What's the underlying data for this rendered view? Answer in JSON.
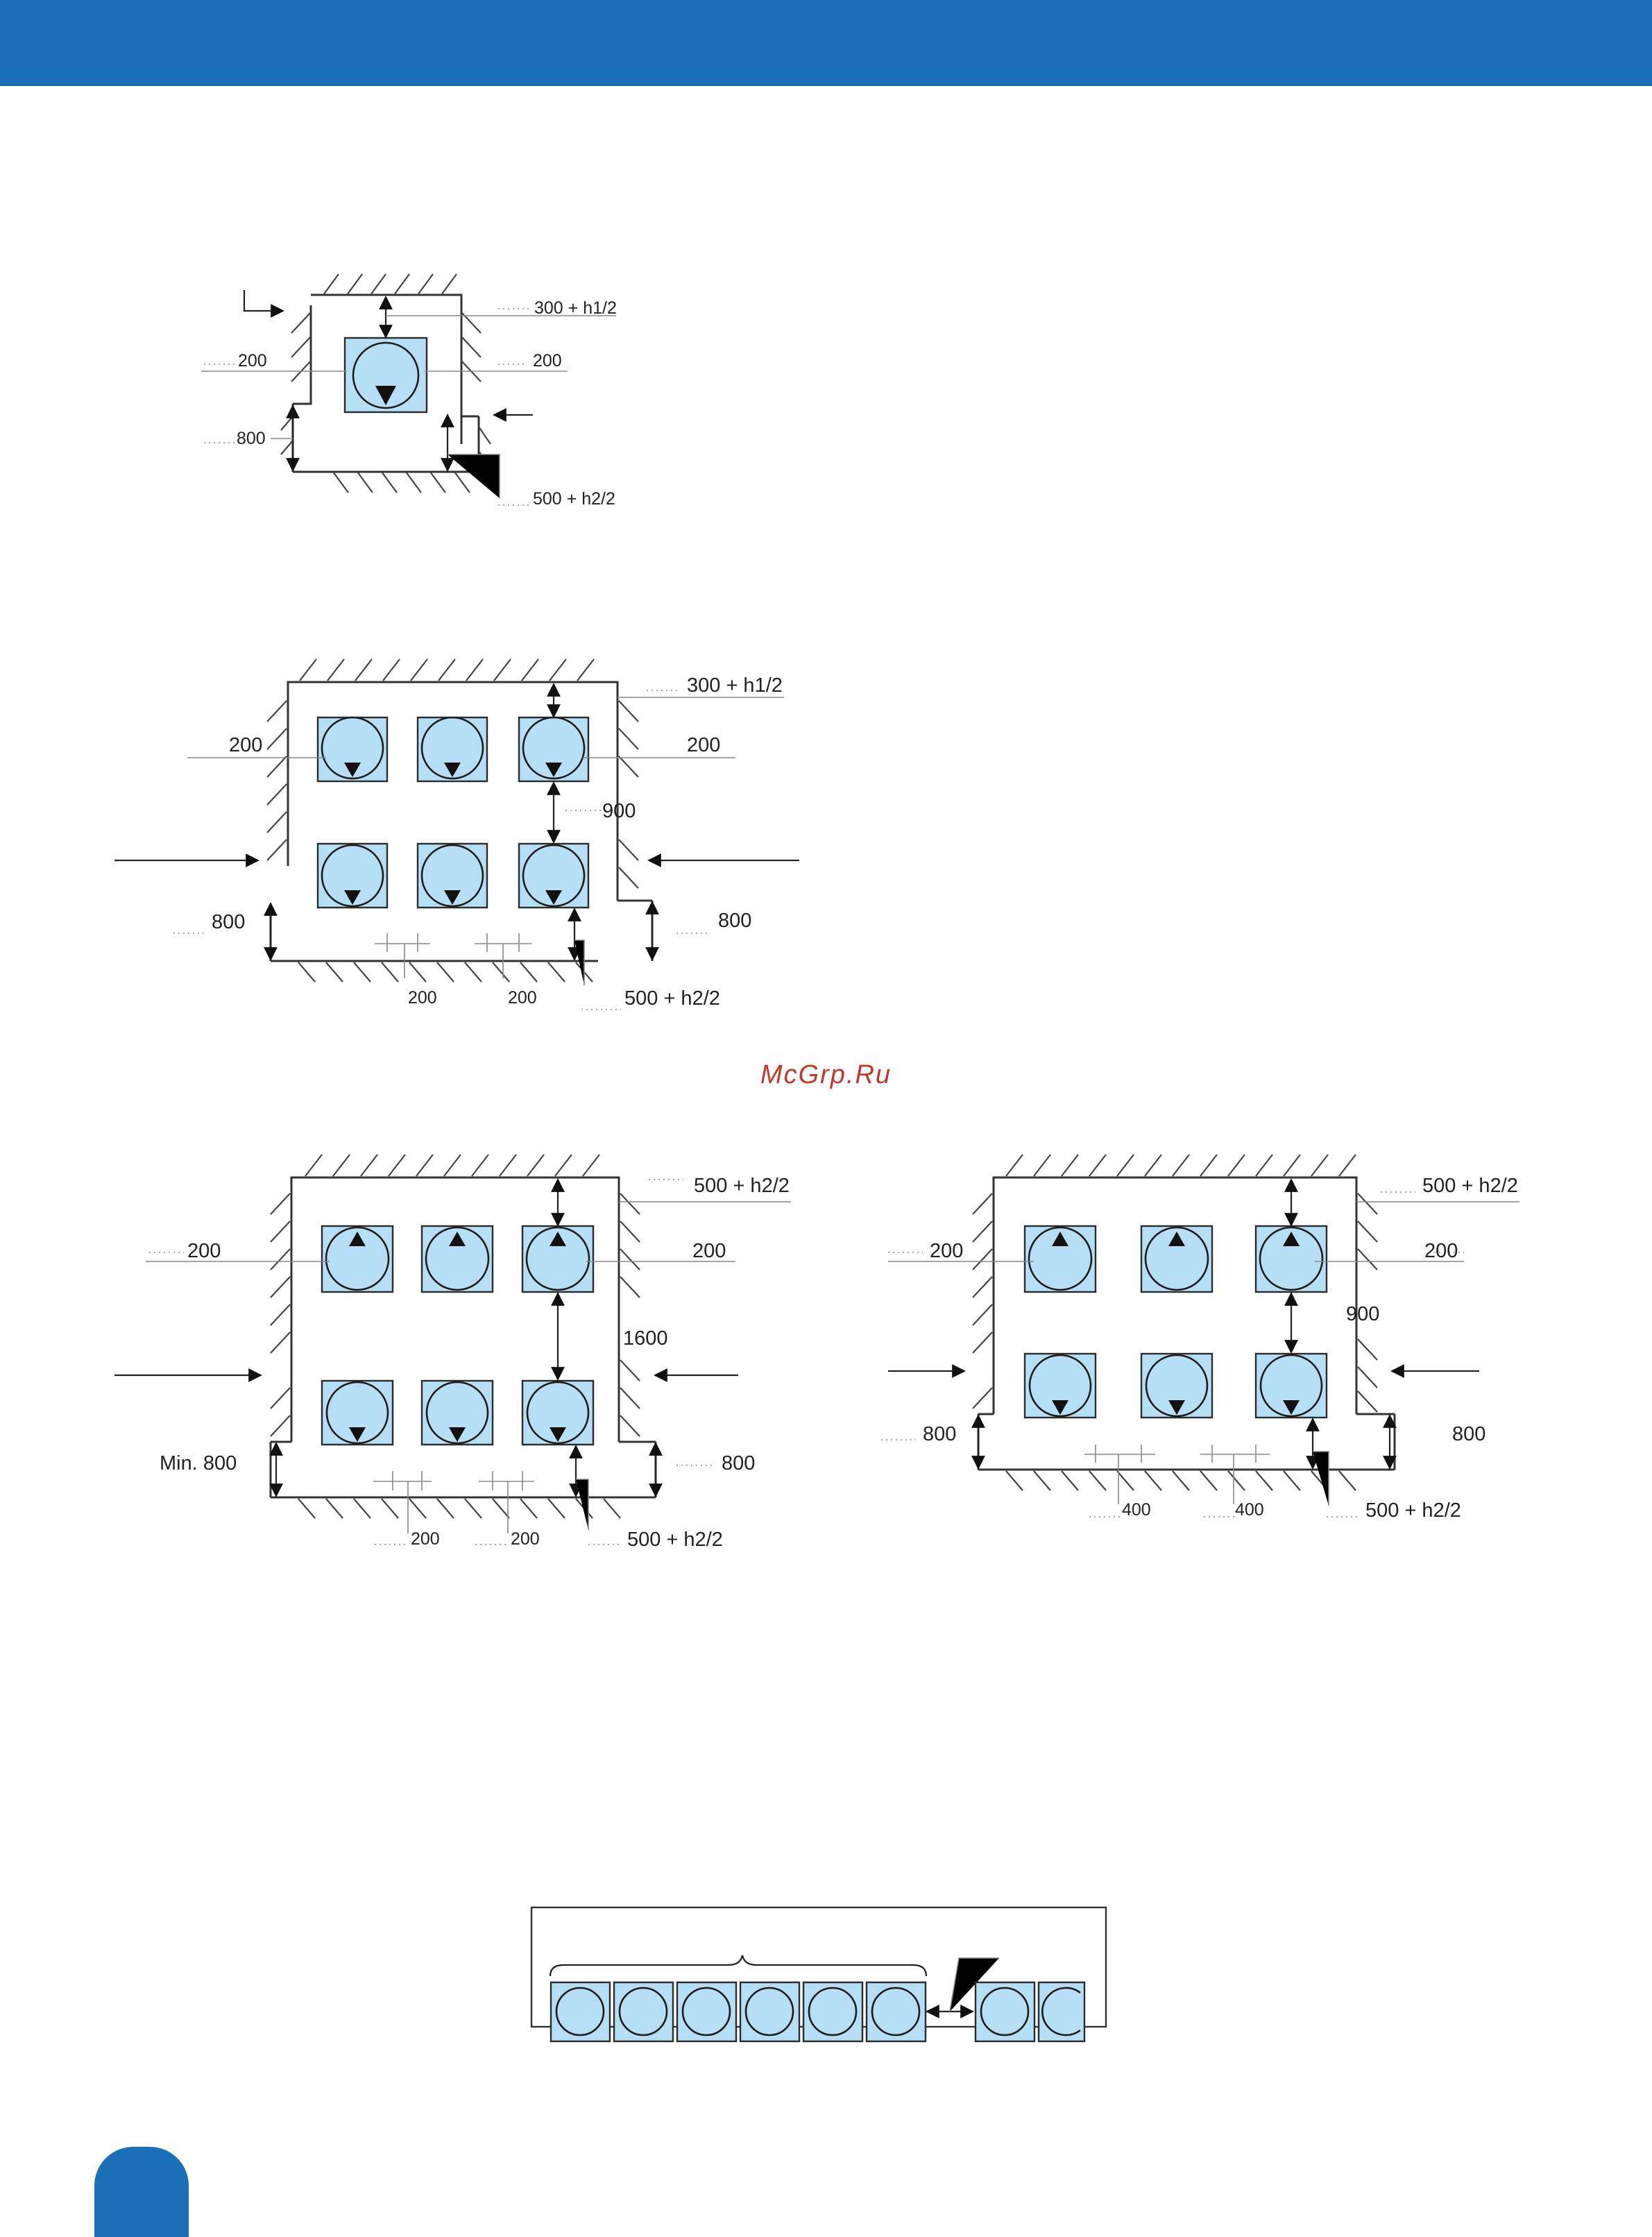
{
  "watermark": "McGrp.Ru",
  "diagram1": {
    "top_gap": "300 + h1/2",
    "left_gap": "200",
    "right_gap": "200",
    "bottom_side": "800",
    "bottom_gap": "500 + h2/2"
  },
  "diagram2": {
    "top_gap": "300 + h1/2",
    "left_gap": "200",
    "right_gap": "200",
    "row_gap": "900",
    "bottom_left": "800",
    "bottom_right": "800",
    "unit_gap_1": "200",
    "unit_gap_2": "200",
    "bottom_gap": "500 + h2/2"
  },
  "diagram3": {
    "top_gap": "500 + h2/2",
    "left_gap": "200",
    "right_gap": "200",
    "row_gap": "1600",
    "bottom_left": "Min. 800",
    "bottom_right": "800",
    "unit_gap_1": "200",
    "unit_gap_2": "200",
    "bottom_gap": "500 + h2/2"
  },
  "diagram4": {
    "top_gap": "500 + h2/2",
    "left_gap": "200",
    "right_gap": "200",
    "row_gap": "900",
    "bottom_left": "800",
    "bottom_right": "800",
    "unit_gap_1": "400",
    "unit_gap_2": "400",
    "bottom_gap": "500 + h2/2"
  },
  "colors": {
    "header_bar": "#1a6fb6",
    "unit_fill": "#b6def4",
    "watermark": "#c0392b"
  },
  "icons": {
    "unit": "ceiling-cassette-unit-icon",
    "airflow_down": "triangle-down-icon",
    "airflow_up": "triangle-up-icon"
  }
}
